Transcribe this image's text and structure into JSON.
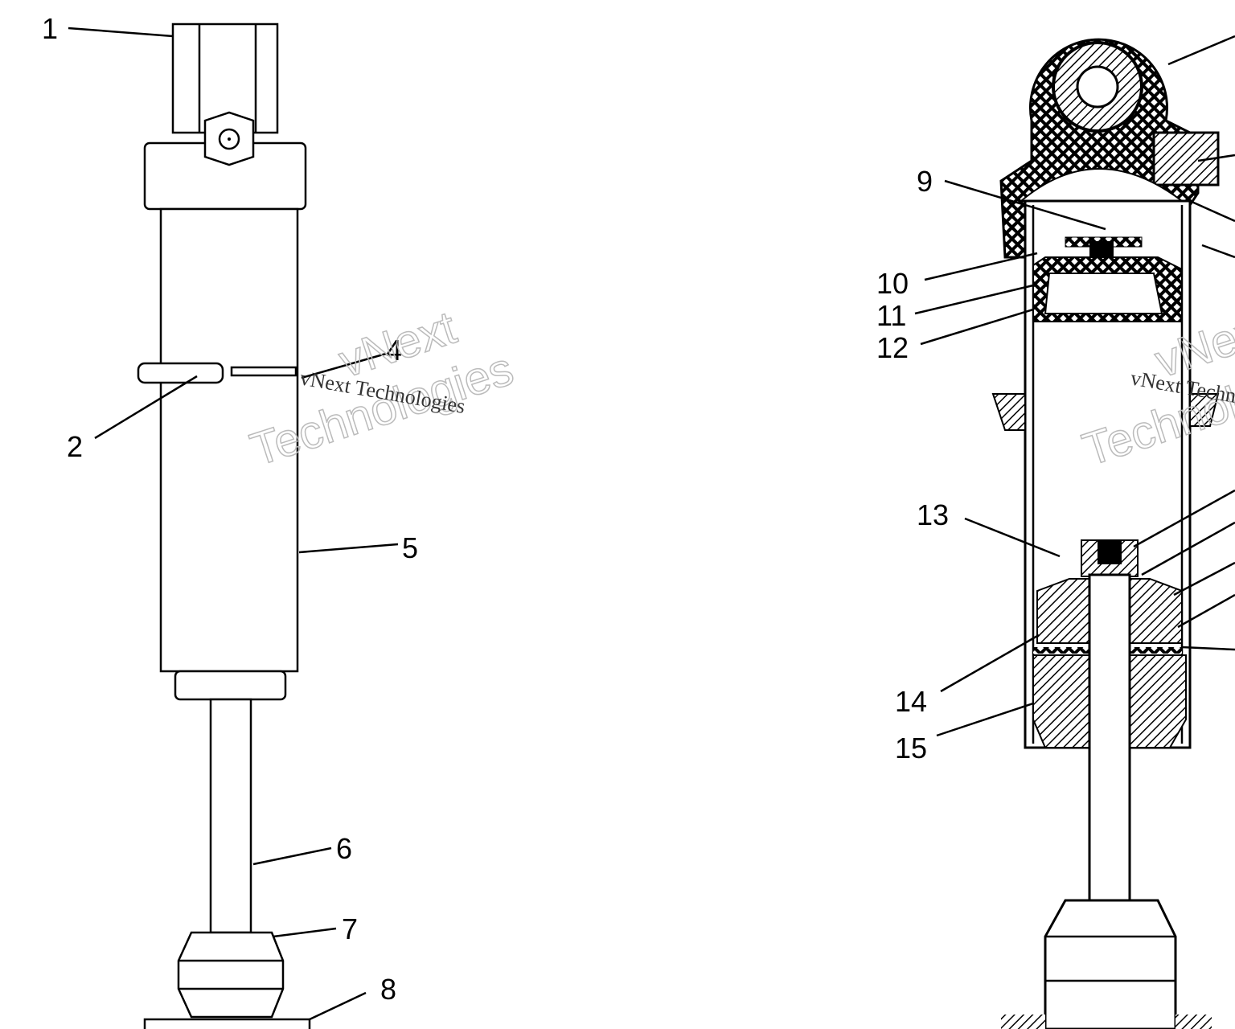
{
  "title": "Shock absorber exploded and cross-section parts diagram",
  "left_callouts": [
    "1",
    "2",
    "4",
    "5",
    "6",
    "7",
    "8"
  ],
  "right_callouts": [
    "9",
    "10",
    "11",
    "12",
    "13",
    "14",
    "15"
  ],
  "watermark": {
    "line1": "vNext",
    "line2": "Technologies",
    "small": "vNext Technologies"
  }
}
